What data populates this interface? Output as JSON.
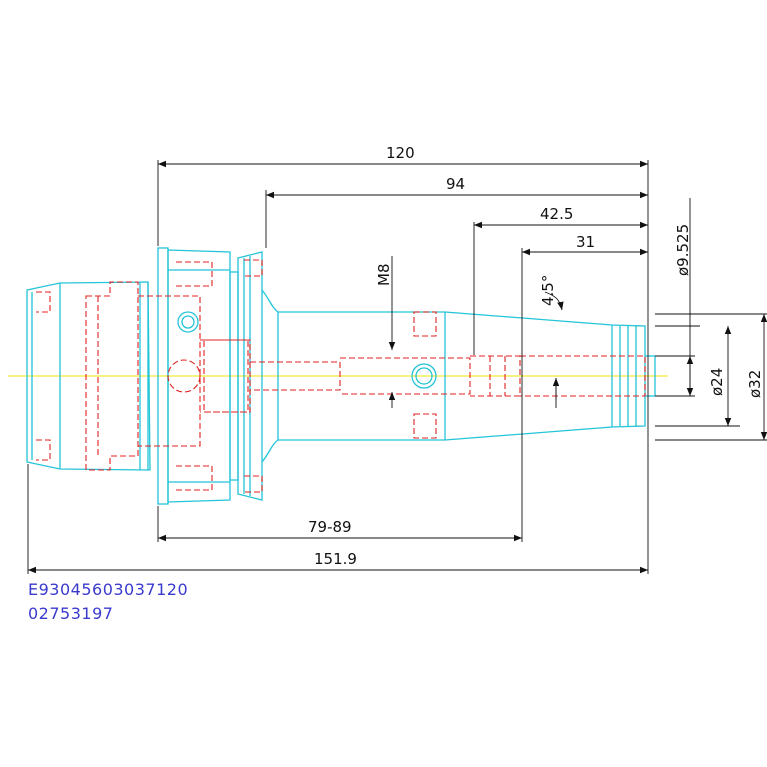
{
  "dimensions": {
    "overall_120": "120",
    "d94": "94",
    "d42_5": "42.5",
    "d31": "31",
    "dia_9_525": "ø9.525",
    "thread_m8": "M8",
    "angle_4_5": "4.5°",
    "dia_24": "ø24",
    "dia_32": "ø32",
    "range_79_89": "79-89",
    "total_151_9": "151.9"
  },
  "part_codes": {
    "line1": "E93045603037120",
    "line2": "02753197"
  },
  "colors": {
    "outline": "#22c4d8",
    "hidden": "#e02020",
    "dimension": "#111111",
    "centerline": "#f2e600",
    "text_code": "#3a3acf"
  }
}
